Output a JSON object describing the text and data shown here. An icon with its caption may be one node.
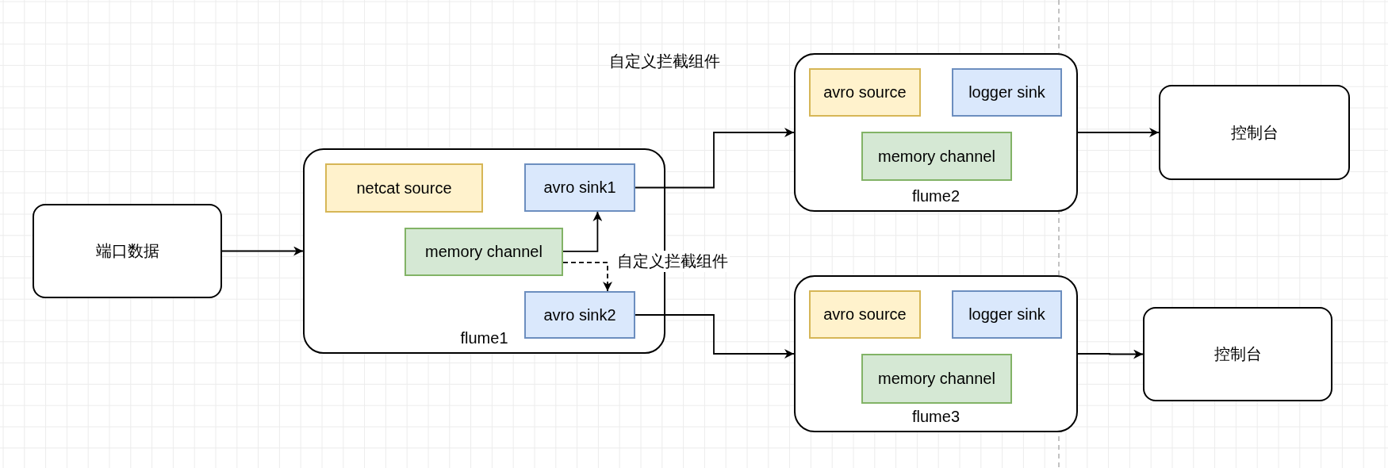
{
  "diagram": {
    "nodes": [
      {
        "text": [
          "端口数据"
        ]
      },
      {
        "text": [
          "flume1"
        ]
      },
      {
        "text": [
          "netcat source"
        ],
        "in": 1
      },
      {
        "text": [
          "avro sink1"
        ],
        "in": 1
      },
      {
        "text": [
          "memory channel"
        ],
        "in": 1
      },
      {
        "text": [
          "avro sink2"
        ],
        "in": 1
      },
      {
        "text": [
          "flume2"
        ]
      },
      {
        "text": [
          "avro source"
        ],
        "in": 6
      },
      {
        "text": [
          "logger sink"
        ],
        "in": 6
      },
      {
        "text": [
          "memory channel"
        ],
        "in": 6
      },
      {
        "text": [
          "控制台"
        ]
      },
      {
        "text": [
          "flume3"
        ]
      },
      {
        "text": [
          "avro source"
        ],
        "in": 11
      },
      {
        "text": [
          "logger sink"
        ],
        "in": 11
      },
      {
        "text": [
          "memory channel"
        ],
        "in": 11
      },
      {
        "text": [
          "控制台"
        ]
      }
    ],
    "edges": [
      {
        "from": 0,
        "to": 1,
        "arrow": "to"
      },
      {
        "from": 4,
        "to": 3,
        "arrow": "to"
      },
      {
        "from": 4,
        "to": 5,
        "arrow": "to",
        "style": "dashed",
        "label": "自定义拦截组件"
      },
      {
        "from": 3,
        "to": 6,
        "arrow": "to"
      },
      {
        "from": 5,
        "to": 11,
        "arrow": "to"
      },
      {
        "from": 6,
        "to": 10,
        "arrow": "to"
      },
      {
        "from": 11,
        "to": 15,
        "arrow": "to"
      }
    ],
    "labels": [
      "自定义拦截组件"
    ]
  }
}
